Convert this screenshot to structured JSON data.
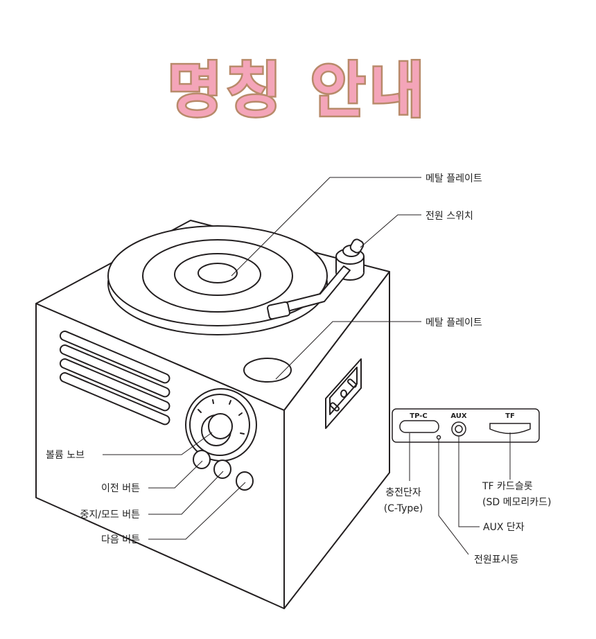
{
  "title": "명칭 안내",
  "colors": {
    "title_fill": "#f4a5b9",
    "title_stroke": "#b88a6a",
    "line": "#231f20"
  },
  "labels": {
    "metal_plate_top": "메탈 플레이트",
    "power_switch": "전원 스위치",
    "metal_plate_mid": "메탈 플레이트",
    "volume_knob": "볼륨 노브",
    "prev_button": "이전 버튼",
    "stop_mode_button": "중지/모드 버튼",
    "next_button": "다음 버튼",
    "charging_port_line1": "충전단자",
    "charging_port_line2": "(C-Type)",
    "tf_slot_line1": "TF 카드슬롯",
    "tf_slot_line2": "(SD 메모리카드)",
    "aux_port": "AUX 단자",
    "power_indicator": "전원표시등"
  },
  "port_panel": {
    "tpc": "TP-C",
    "aux": "AUX",
    "tf": "TF"
  }
}
